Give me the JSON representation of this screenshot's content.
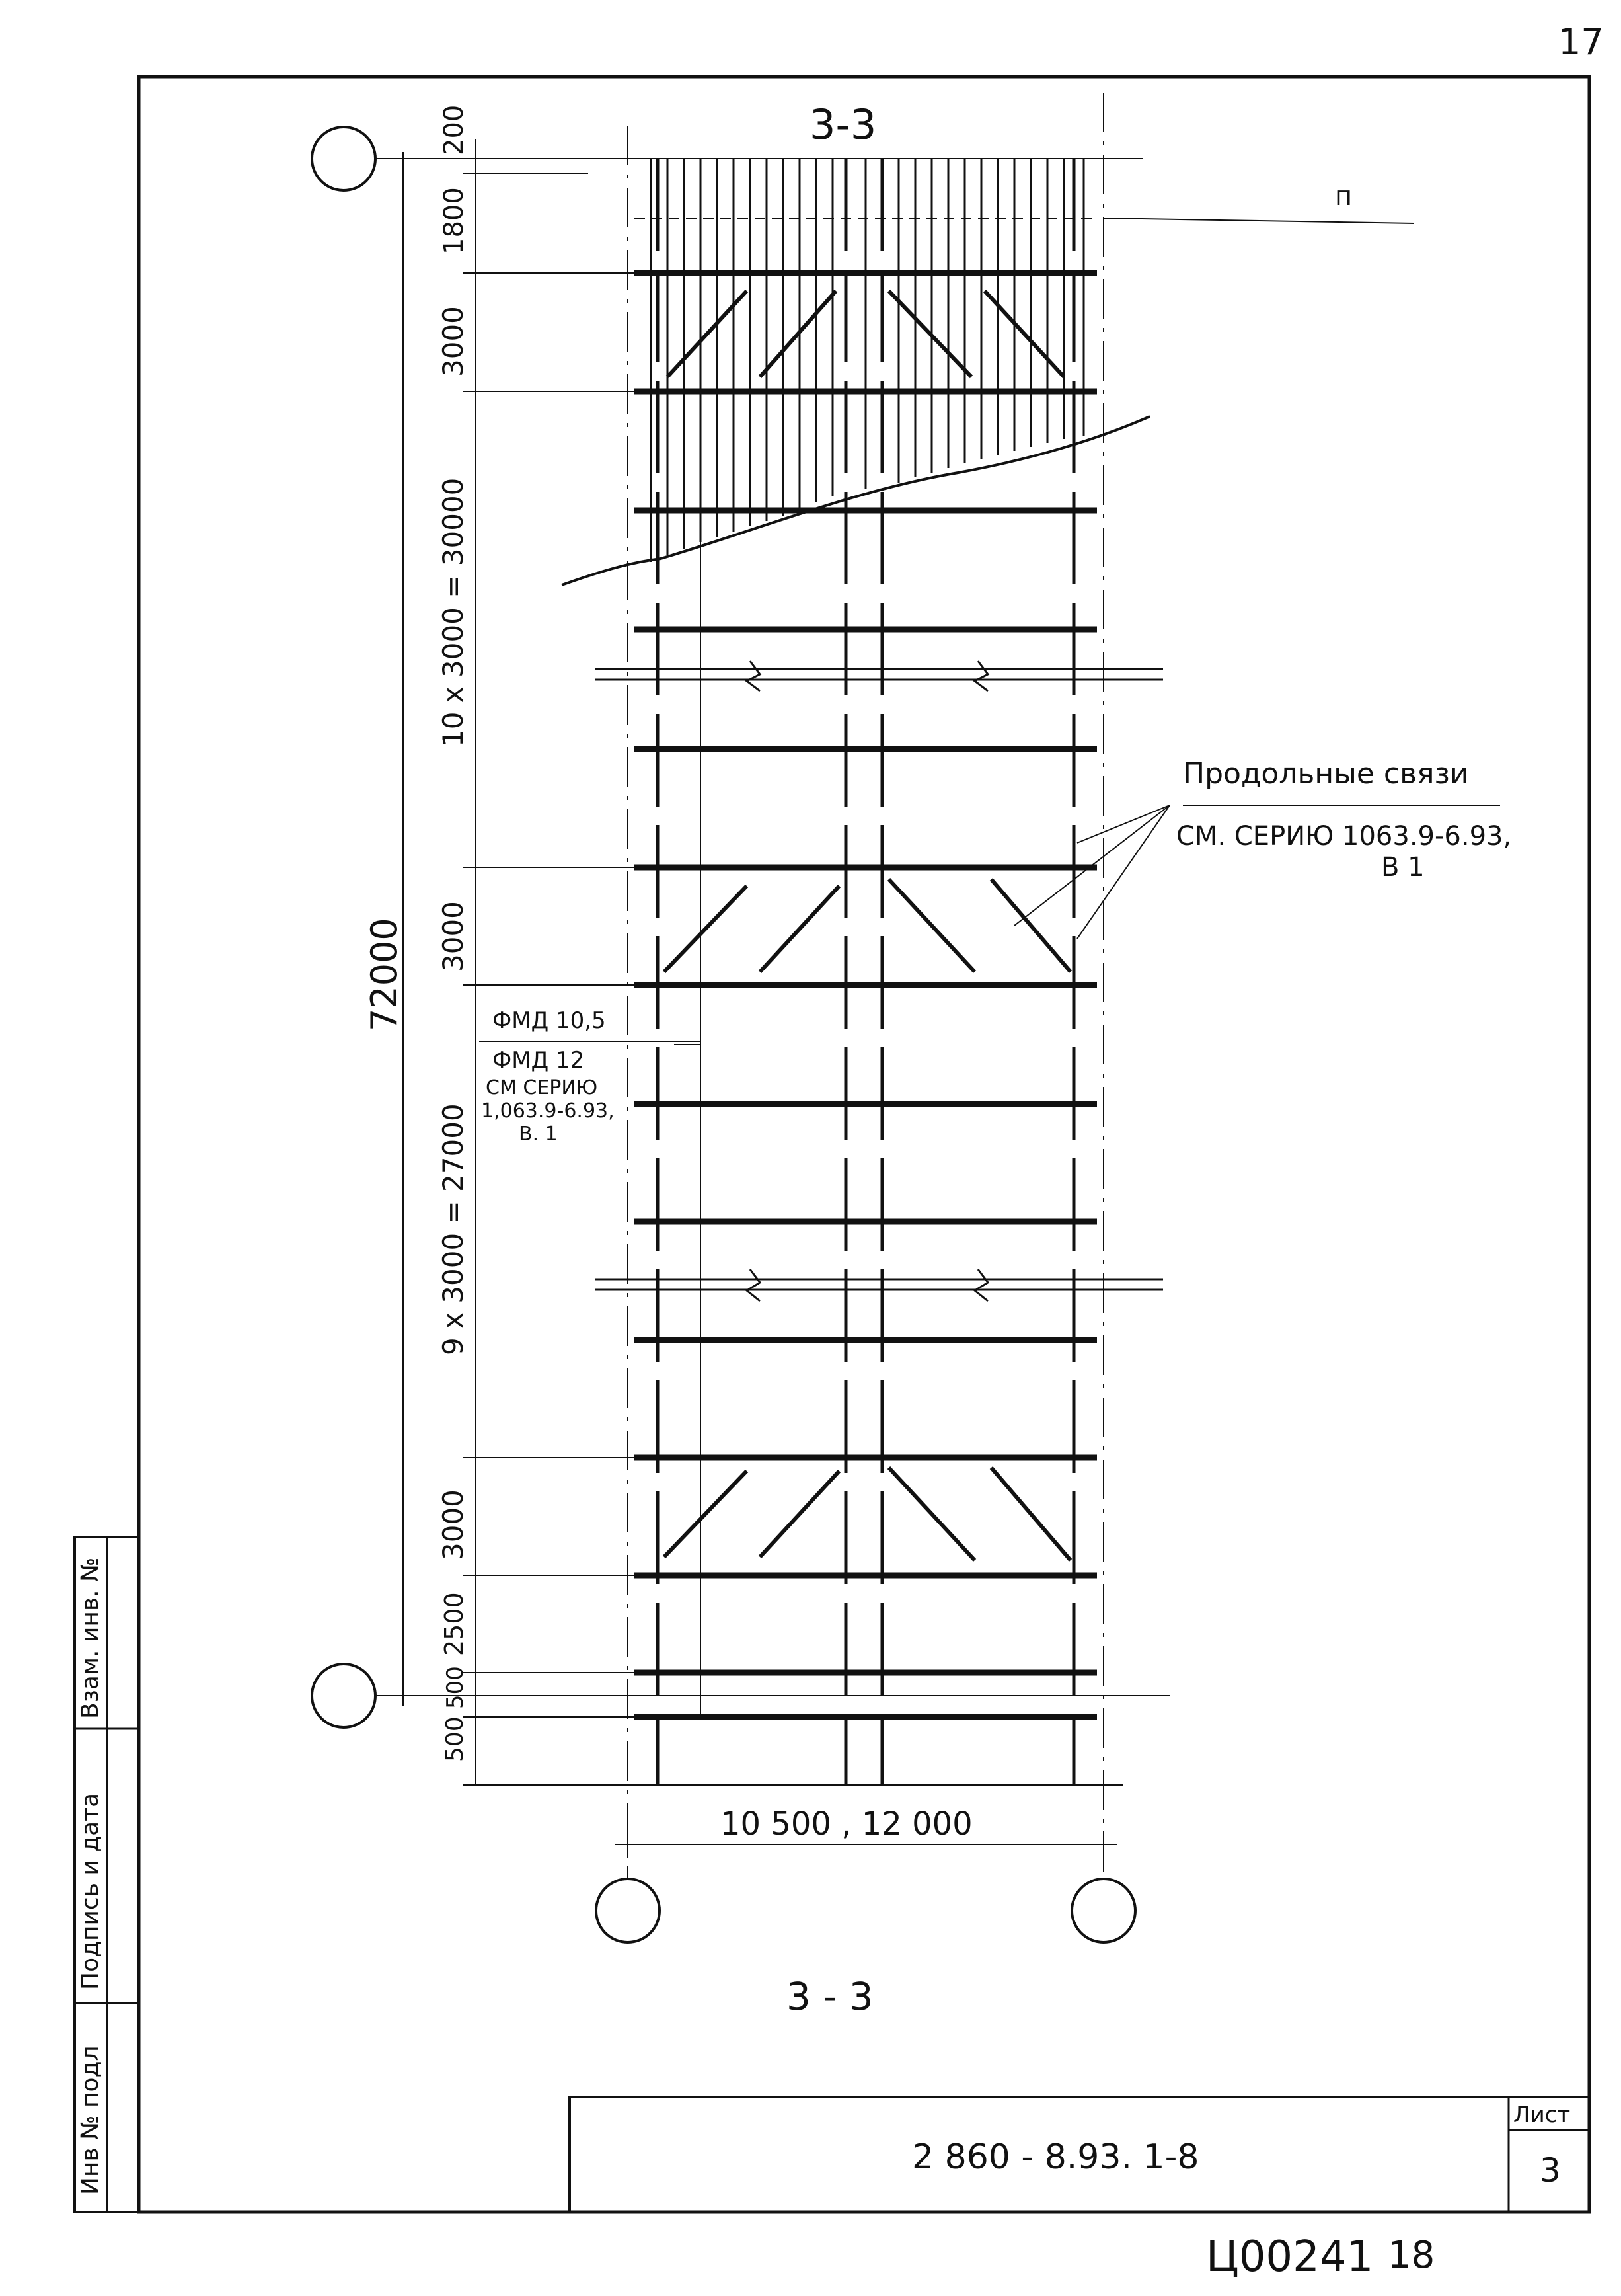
{
  "sheet": {
    "page_number": "17",
    "section_title_top": "3-3",
    "section_title_bottom": "3 - 3",
    "label_p": "п",
    "document_code": "2 860 - 8.93. 1-8",
    "sheet_label": "Лист",
    "sheet_number": "3",
    "archive_code": "Ц00241",
    "archive_page": "18"
  },
  "side_stamp": {
    "cells": [
      "Инв № подл",
      "Подпись и дата",
      "Взам. инв. №"
    ]
  },
  "dimensions": {
    "total_height": "72000",
    "vertical": [
      "200",
      "1800",
      "3000",
      "10 x 3000 = 30000",
      "3000",
      "9 x 3000 = 27000",
      "3000",
      "2500",
      "500",
      "500"
    ],
    "horizontal": "10 500 , 12 000"
  },
  "notes": {
    "longitudinal_bracing_title": "Продольные связи",
    "longitudinal_bracing_ref_1": "СМ. СЕРИЮ 1063.9-6.93,",
    "longitudinal_bracing_ref_2": "В 1",
    "fmd_1": "ФМД 10,5",
    "fmd_2": "ФМД 12",
    "fmd_ref_1": "СМ СЕРИЮ",
    "fmd_ref_2": "1,063.9-6.93,",
    "fmd_ref_3": "В. 1"
  }
}
